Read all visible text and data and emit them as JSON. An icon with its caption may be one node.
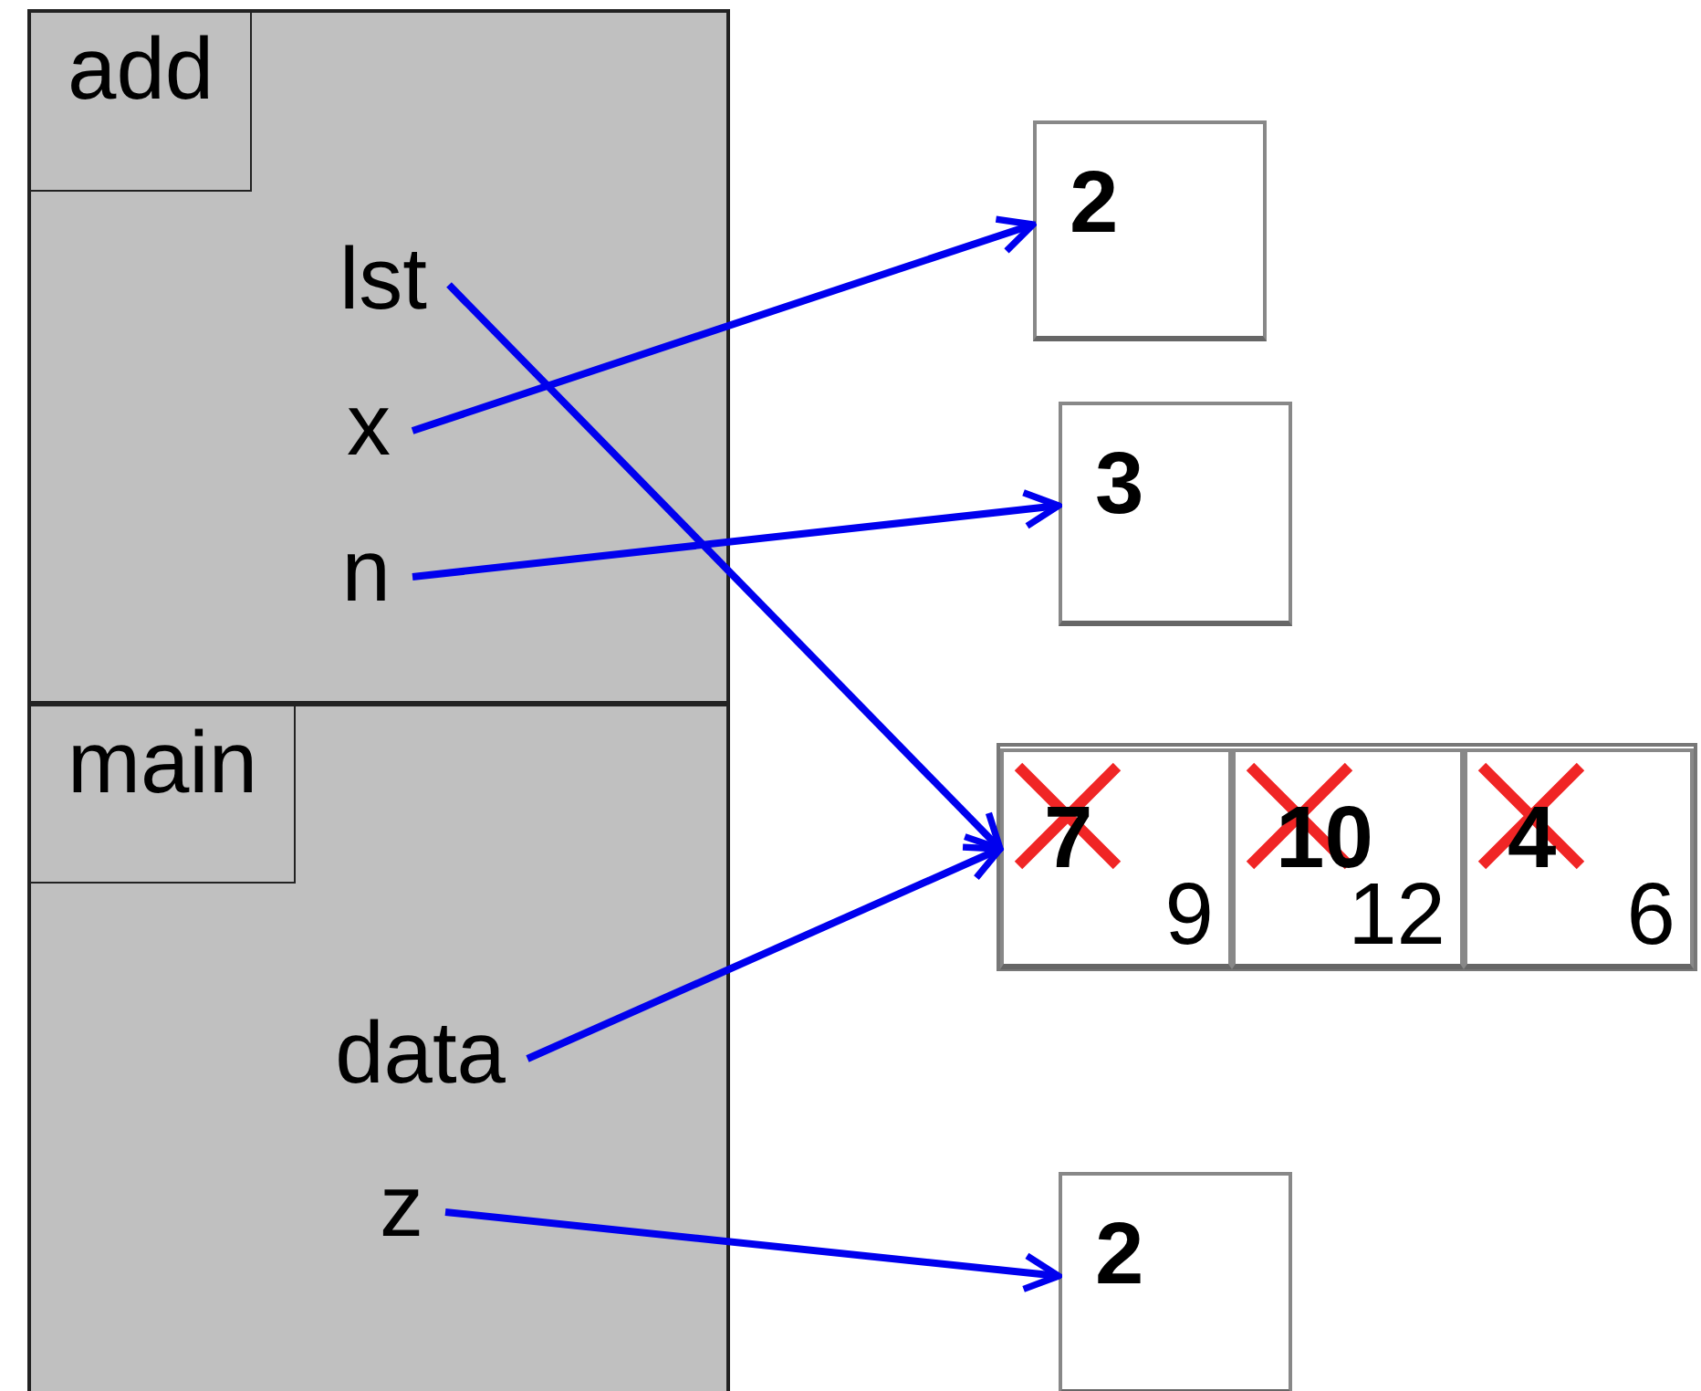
{
  "diagram": {
    "nodes": [
      {
        "text": [
          "add"
        ]
      },
      {
        "text": [
          "lst"
        ],
        "in": 0
      },
      {
        "text": [
          "x"
        ],
        "in": 0
      },
      {
        "text": [
          "n"
        ],
        "in": 0
      },
      {
        "text": [
          "main"
        ]
      },
      {
        "text": [
          "data"
        ],
        "in": 4
      },
      {
        "text": [
          "z"
        ],
        "in": 4
      },
      {
        "text": [
          "2"
        ]
      },
      {
        "text": [
          "3"
        ]
      },
      {
        "text": [],
        "shape": "box"
      },
      {
        "text": [
          "7",
          "9"
        ],
        "in": 9
      },
      {
        "text": [
          "10",
          "12"
        ],
        "in": 9
      },
      {
        "text": [
          "4",
          "6"
        ],
        "in": 9
      },
      {
        "text": [
          "2"
        ]
      }
    ],
    "edges": [
      {
        "from": 1,
        "to": 9,
        "arrow": "to"
      },
      {
        "from": 2,
        "to": 7,
        "arrow": "to"
      },
      {
        "from": 3,
        "to": 8,
        "arrow": "to"
      },
      {
        "from": 5,
        "to": 9,
        "arrow": "to"
      },
      {
        "from": 6,
        "to": 13,
        "arrow": "to"
      }
    ]
  }
}
